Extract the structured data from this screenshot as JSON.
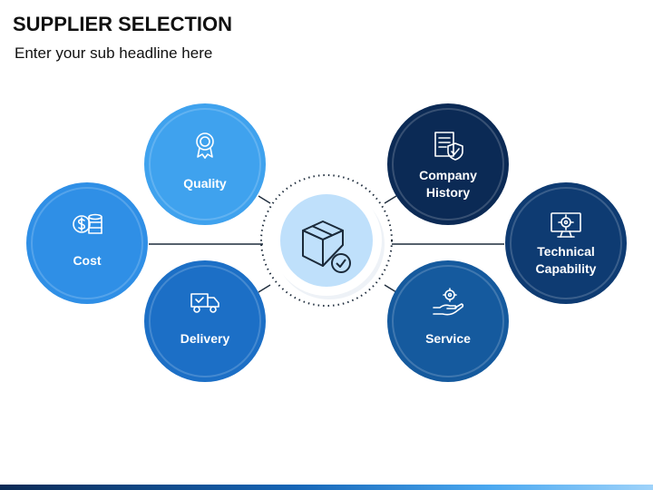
{
  "header": {
    "title": "SUPPLIER SELECTION",
    "subtitle": "Enter your sub headline here"
  },
  "center": {
    "icon": "package-check-icon"
  },
  "nodes": [
    {
      "id": "quality",
      "label": "Quality",
      "icon": "award-badge-icon",
      "color": "#3fa2ee"
    },
    {
      "id": "cost",
      "label": "Cost",
      "icon": "coins-dollar-icon",
      "color": "#2f8fe6"
    },
    {
      "id": "delivery",
      "label": "Delivery",
      "icon": "delivery-truck-icon",
      "color": "#1c6fc6"
    },
    {
      "id": "company-history",
      "label": "Company History",
      "icon": "document-shield-icon",
      "color": "#0b2a55"
    },
    {
      "id": "technical-capability",
      "label": "Technical Capability",
      "icon": "monitor-gear-icon",
      "color": "#0e3b72"
    },
    {
      "id": "service",
      "label": "Service",
      "icon": "hand-gear-icon",
      "color": "#155a9e"
    }
  ]
}
